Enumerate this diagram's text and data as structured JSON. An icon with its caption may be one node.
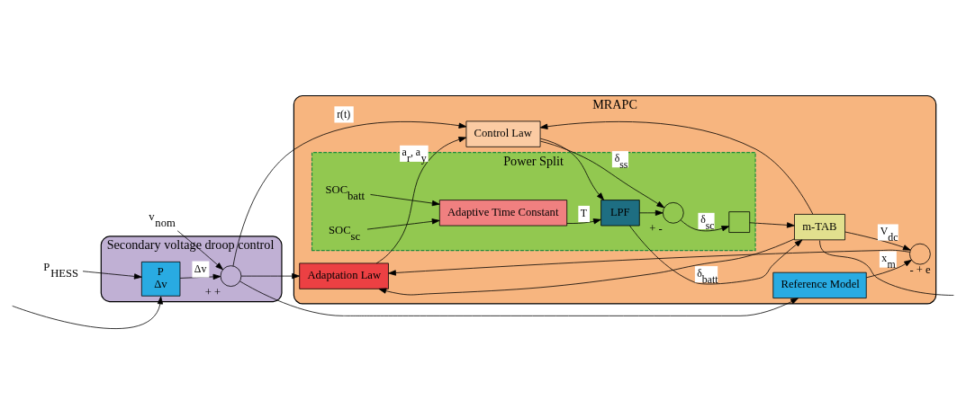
{
  "diagram": {
    "nodes": [
      {
        "text": [
          "Secondary voltage droop control"
        ]
      },
      {
        "text": [
          "P",
          "Δv"
        ],
        "in": 0
      },
      {
        "text": [],
        "shape": "circle",
        "in": 0,
        "beside": [
          "+",
          "+"
        ]
      },
      {
        "text": [
          "MRAPC"
        ]
      },
      {
        "text": [
          "Reference Model"
        ],
        "in": 3
      },
      {
        "text": [
          "Control Law"
        ],
        "in": 3
      },
      {
        "text": [
          "Power Split"
        ],
        "in": 3
      },
      {
        "text": [],
        "shape": "circle",
        "in": 6,
        "beside": [
          "+",
          "-"
        ]
      },
      {
        "text": [],
        "shape": "box",
        "in": 6
      },
      {
        "text": [
          "LPF"
        ],
        "in": 6
      },
      {
        "text": [
          "Adaptive Time Constant"
        ],
        "in": 6
      },
      {
        "text": [
          "m-TAB"
        ],
        "in": 3
      },
      {
        "text": [],
        "shape": "circle",
        "in": 3,
        "beside": [
          "-",
          "+",
          "e"
        ]
      },
      {
        "text": [
          "Adaptation Law"
        ],
        "in": 3
      },
      {
        "text": [
          "P$_{HESS}$"
        ]
      },
      {
        "text": [
          "v$_{nom}$"
        ]
      },
      {
        "text": [
          "SOC$_{batt}$"
        ],
        "in": 6
      },
      {
        "text": [
          "SOC$_{sc}$"
        ],
        "in": 6
      }
    ],
    "edges": [
      {
        "from": 14,
        "to": 1,
        "arrow": "to"
      },
      {
        "from": null,
        "to": 1,
        "arrow": "to"
      },
      {
        "from": 1,
        "to": 2,
        "arrow": "to",
        "label": "Δv"
      },
      {
        "from": 15,
        "to": 2,
        "arrow": "to"
      },
      {
        "from": 2,
        "to": 4,
        "arrow": "to"
      },
      {
        "from": 2,
        "to": 5,
        "arrow": "to",
        "label": "r(t)"
      },
      {
        "from": 2,
        "to": 13,
        "arrow": "to"
      },
      {
        "from": 4,
        "to": 12,
        "arrow": "to",
        "label": "x$_{m}$"
      },
      {
        "from": 5,
        "to": 7,
        "arrow": "to",
        "label": "δ$_{ss}$"
      },
      {
        "from": 5,
        "to": 9,
        "arrow": "to"
      },
      {
        "from": 7,
        "to": 8,
        "arrow": "to",
        "label": "δ$_{sc}$"
      },
      {
        "from": 9,
        "to": 7,
        "arrow": "to"
      },
      {
        "from": 9,
        "to": 11,
        "arrow": "to",
        "label": "δ$_{batt}$"
      },
      {
        "from": 8,
        "to": 11,
        "arrow": "to"
      },
      {
        "from": 10,
        "to": 9,
        "arrow": "to",
        "label": "T"
      },
      {
        "from": 16,
        "to": 10,
        "arrow": "to"
      },
      {
        "from": 17,
        "to": 10,
        "arrow": "to"
      },
      {
        "from": 11,
        "to": 12,
        "arrow": "to",
        "label": "V$_{dc}$"
      },
      {
        "from": 11,
        "to": 5,
        "arrow": "to"
      },
      {
        "from": 11,
        "to": 13,
        "arrow": "to"
      },
      {
        "from": 12,
        "to": 13,
        "arrow": "to"
      },
      {
        "from": 13,
        "to": 5,
        "arrow": "to",
        "label": "a$_{r}$, a$_{y}$"
      },
      {
        "from": 11,
        "to": null,
        "arrow": "none"
      }
    ]
  }
}
